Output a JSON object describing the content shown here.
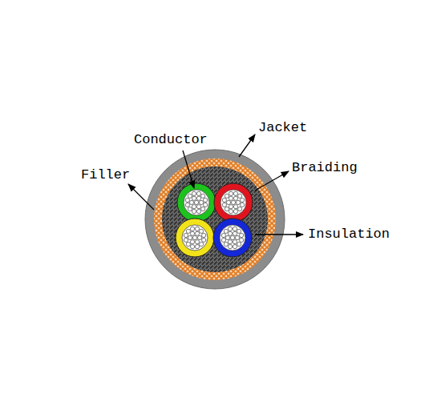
{
  "diagram": {
    "labels": [
      "Conductor",
      "Jacket",
      "Filler",
      "Braiding",
      "Insulation"
    ]
  }
}
